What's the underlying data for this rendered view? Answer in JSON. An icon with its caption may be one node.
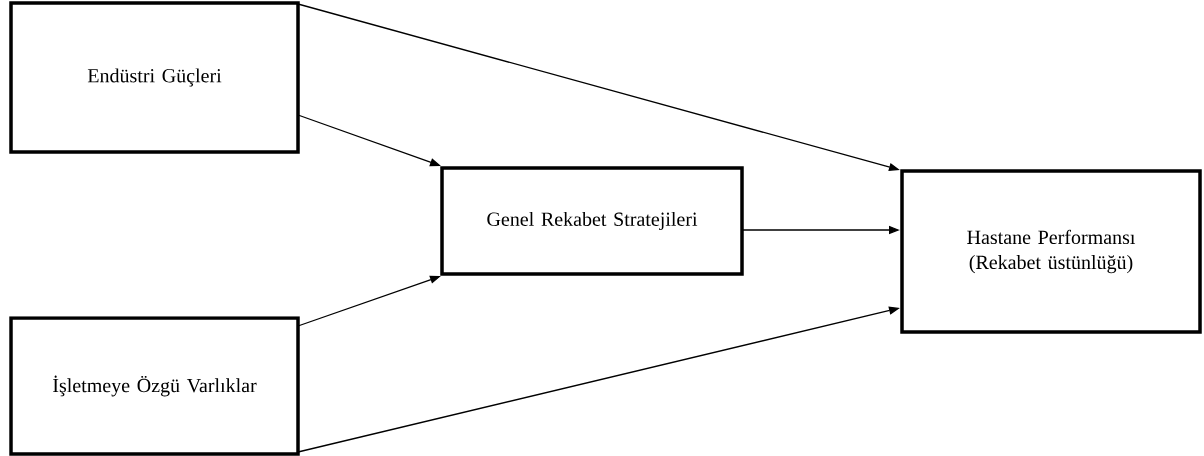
{
  "diagram": {
    "nodes": [
      {
        "text": [
          "Endüstri Güçleri"
        ]
      },
      {
        "text": [
          "İşletmeye Özgü Varlıklar"
        ]
      },
      {
        "text": [
          "Genel Rekabet Stratejileri"
        ]
      },
      {
        "text": [
          "Hastane Performansı (Rekabet üstünlüğü)"
        ]
      }
    ],
    "edges": [
      {
        "from": 0,
        "to": 2,
        "arrow": "to"
      },
      {
        "from": 1,
        "to": 2,
        "arrow": "to"
      },
      {
        "from": 2,
        "to": 3,
        "arrow": "to"
      },
      {
        "from": 0,
        "to": 3,
        "arrow": "to"
      },
      {
        "from": 1,
        "to": 3,
        "arrow": "to"
      }
    ]
  }
}
